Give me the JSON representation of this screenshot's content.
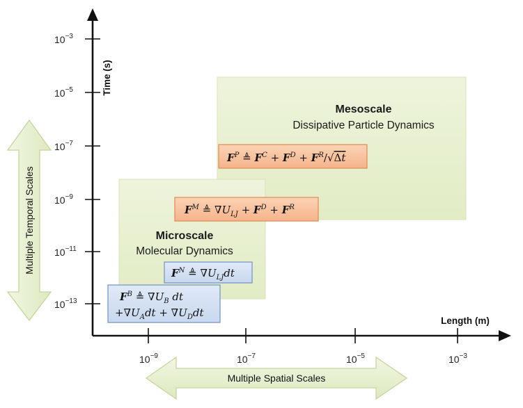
{
  "axes": {
    "y_title": "Time (s)",
    "x_title": "Length (m)",
    "y_ticks": [
      {
        "base": "10",
        "exp": "−3"
      },
      {
        "base": "10",
        "exp": "−5"
      },
      {
        "base": "10",
        "exp": "−7"
      },
      {
        "base": "10",
        "exp": "−9"
      },
      {
        "base": "10",
        "exp": "−11"
      },
      {
        "base": "10",
        "exp": "−13"
      }
    ],
    "x_ticks": [
      {
        "base": "10",
        "exp": "−9"
      },
      {
        "base": "10",
        "exp": "−7"
      },
      {
        "base": "10",
        "exp": "−5"
      },
      {
        "base": "10",
        "exp": "−3"
      }
    ]
  },
  "scales": {
    "mesoscale": {
      "title": "Mesoscale",
      "subtitle": "Dissipative Particle Dynamics"
    },
    "microscale": {
      "title": "Microscale",
      "subtitle": "Molecular Dynamics"
    }
  },
  "arrows": {
    "temporal_label": "Multiple Temporal Scales",
    "spatial_label": "Multiple Spatial Scales"
  },
  "equations": {
    "dpd": "F^P ≜ F^C + F^D + F^R/√Δt",
    "mesoscale_md": "F^M ≜ ∇U_LJ + F^D + F^R",
    "md": "F^N ≜ ∇U_LJ dt",
    "brownian_line1": "F^B ≜ ∇U_B dt",
    "brownian_line2": "+∇U_A dt + ∇U_D dt"
  },
  "colors": {
    "green_fill": "#eaf1d3",
    "green_stroke": "#d5e2b4",
    "orange_fill": "#f9c4a0",
    "orange_stroke": "#e3894f",
    "blue_fill": "#d6e3f4",
    "blue_stroke": "#6e91c3",
    "arrow_fill": "#eaf1d3",
    "arrow_stroke": "#c4d59a",
    "axis": "#111111"
  }
}
